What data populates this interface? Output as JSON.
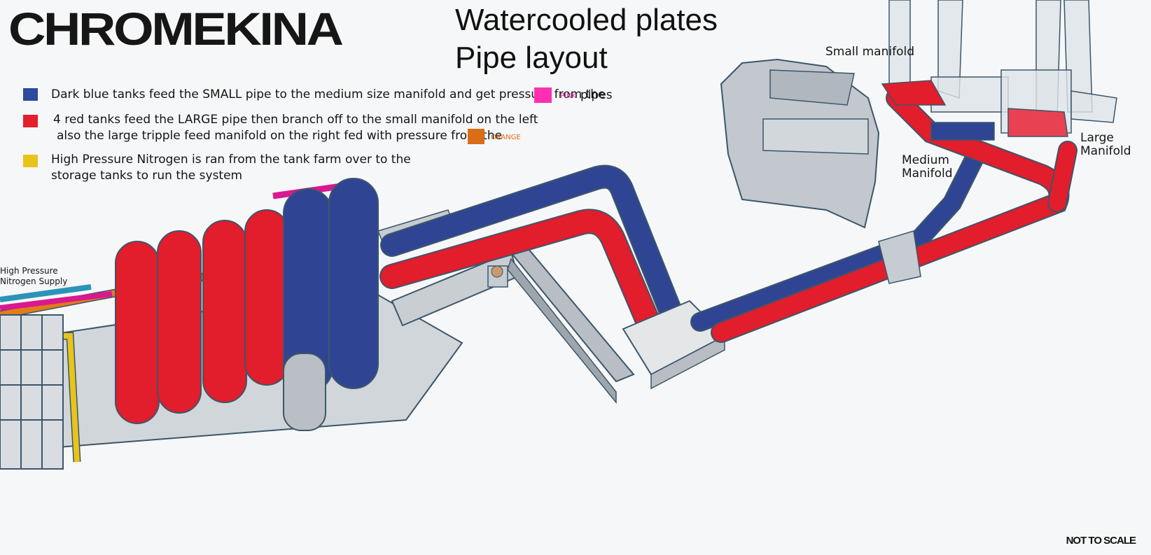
{
  "brand": {
    "logo_text": "CHROMEKINA"
  },
  "title": {
    "line1": "Watercooled plates",
    "line2": "Pipe layout"
  },
  "legend": {
    "blue": {
      "text": "Dark blue tanks feed the SMALL pipe to the medium size manifold and get pressure from the",
      "swatch_label": "PINK",
      "suffix": "pipes",
      "color": "#2d4a9c",
      "swatch_color": "#ff2fb4"
    },
    "red": {
      "line1": "4 red tanks feed the LARGE pipe then branch off to the small manifold on the left",
      "line2": "also the large tripple feed manifold on the right fed with pressure from the",
      "swatch_label": "ORANGE",
      "color": "#e2202e",
      "swatch_color": "#d96d18"
    },
    "yellow": {
      "line1": "High Pressure Nitrogen is ran from the tank farm over to the",
      "line2": "storage tanks to run the system",
      "color": "#e8c31a"
    }
  },
  "labels": {
    "small_manifold": "Small manifold",
    "medium_manifold": "Medium\nManifold",
    "large_manifold": "Large\nManifold",
    "nitrogen_supply": "High Pressure\nNitrogen Supply"
  },
  "footer": {
    "note": "NOT TO SCALE"
  },
  "colors": {
    "blue_pipe": "#2f4594",
    "red_pipe": "#e21d2c",
    "pink_pipe": "#d9198f",
    "orange_pipe": "#e27b1a",
    "yellow_pipe": "#e8c31a",
    "structure": "#c4cad0",
    "outline": "#3c566a"
  }
}
